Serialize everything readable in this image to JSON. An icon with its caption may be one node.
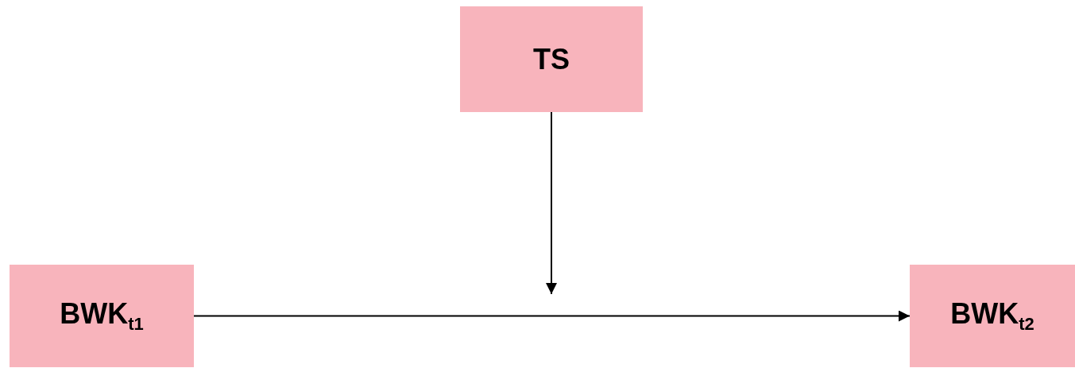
{
  "diagram": {
    "nodes": [
      {
        "text": [
          "TS"
        ]
      },
      {
        "text": [
          "BWK$_{t1}$"
        ]
      },
      {
        "text": [
          "BWK$_{t2}$"
        ]
      }
    ],
    "edges": [
      {
        "from": 1,
        "to": 2,
        "arrow": "to"
      },
      {
        "from": 0,
        "to": null,
        "arrow": "to"
      }
    ]
  }
}
